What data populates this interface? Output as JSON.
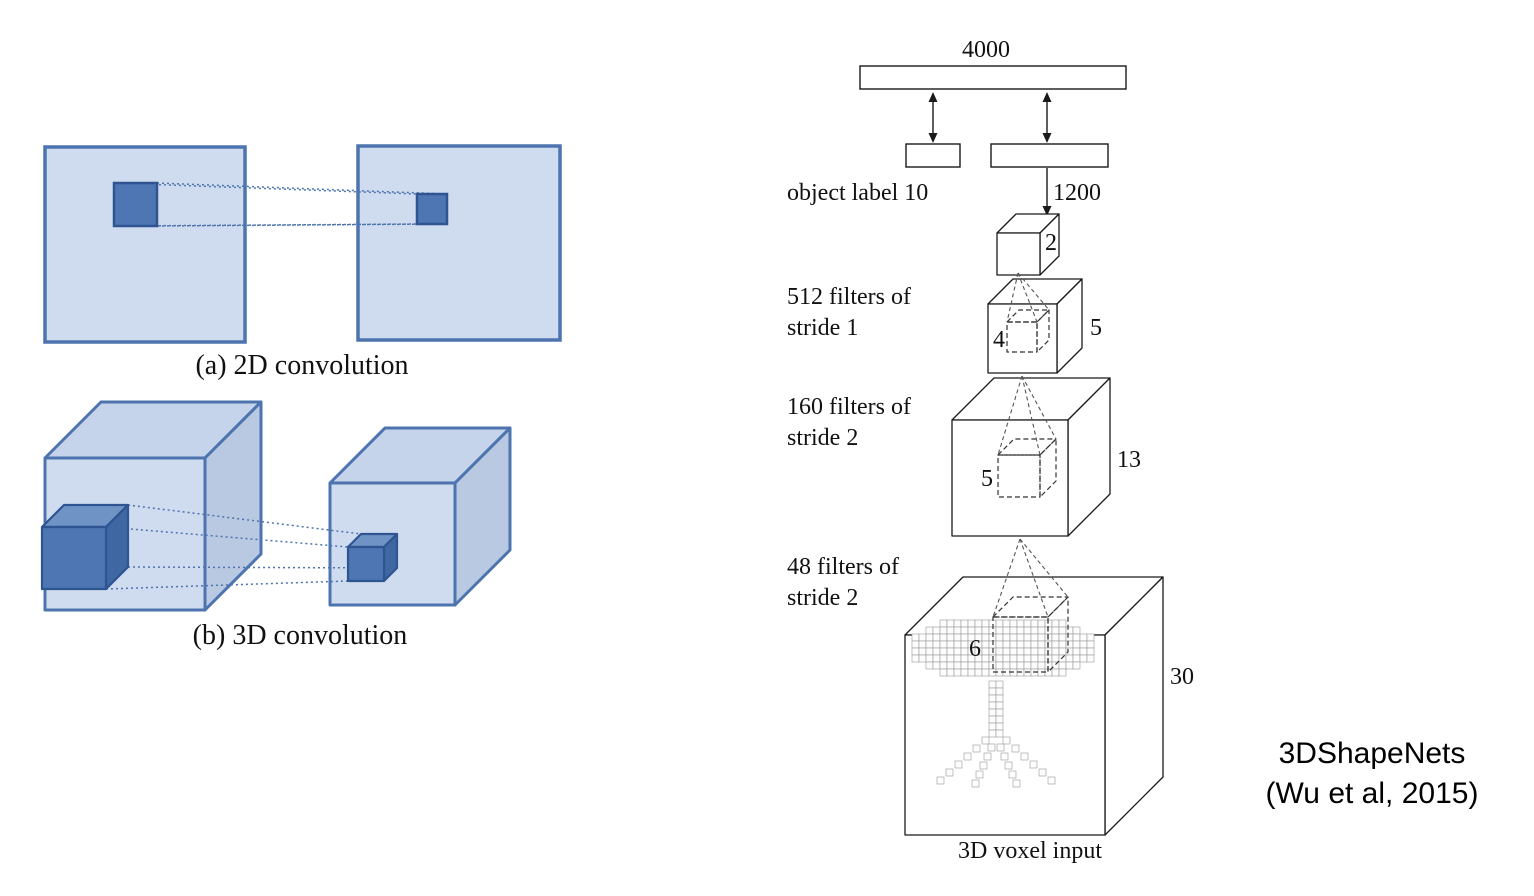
{
  "conv_panel": {
    "caption_2d": "(a) 2D convolution",
    "caption_3d": "(b) 3D convolution"
  },
  "network_panel": {
    "fc_top_units": "4000",
    "object_label_text": "object label 10",
    "fc_hidden_units": "1200",
    "layer4_output_size": "2",
    "layer4_filters_line1": "512 filters of",
    "layer4_filters_line2": "stride 1",
    "layer4_kernel_size": "4",
    "layer4_map_size": "5",
    "layer3_filters_line1": "160 filters of",
    "layer3_filters_line2": "stride 2",
    "layer3_kernel_size": "5",
    "layer3_map_size": "13",
    "layer2_filters_line1": "48 filters of",
    "layer2_filters_line2": "stride 2",
    "layer2_kernel_size": "6",
    "input_size": "30",
    "input_caption": "3D voxel input"
  },
  "attribution": {
    "title": "3DShapeNets",
    "citation": "(Wu et al, 2015)"
  },
  "palette": {
    "panel_fill_light": "#cfdcef",
    "panel_fill_top": "#c5d4ea",
    "panel_fill_side": "#b8c9e1",
    "kernel_fill": "#4d76b2",
    "kernel_fill_top": "#7093c6",
    "kernel_fill_side": "#3f67a1",
    "panel_stroke": "#4d74ae",
    "kernel_stroke": "#2e5492",
    "diagram_stroke": "#1a1a1a",
    "voxel_stroke": "#9a9a9a",
    "background": "#ffffff"
  }
}
